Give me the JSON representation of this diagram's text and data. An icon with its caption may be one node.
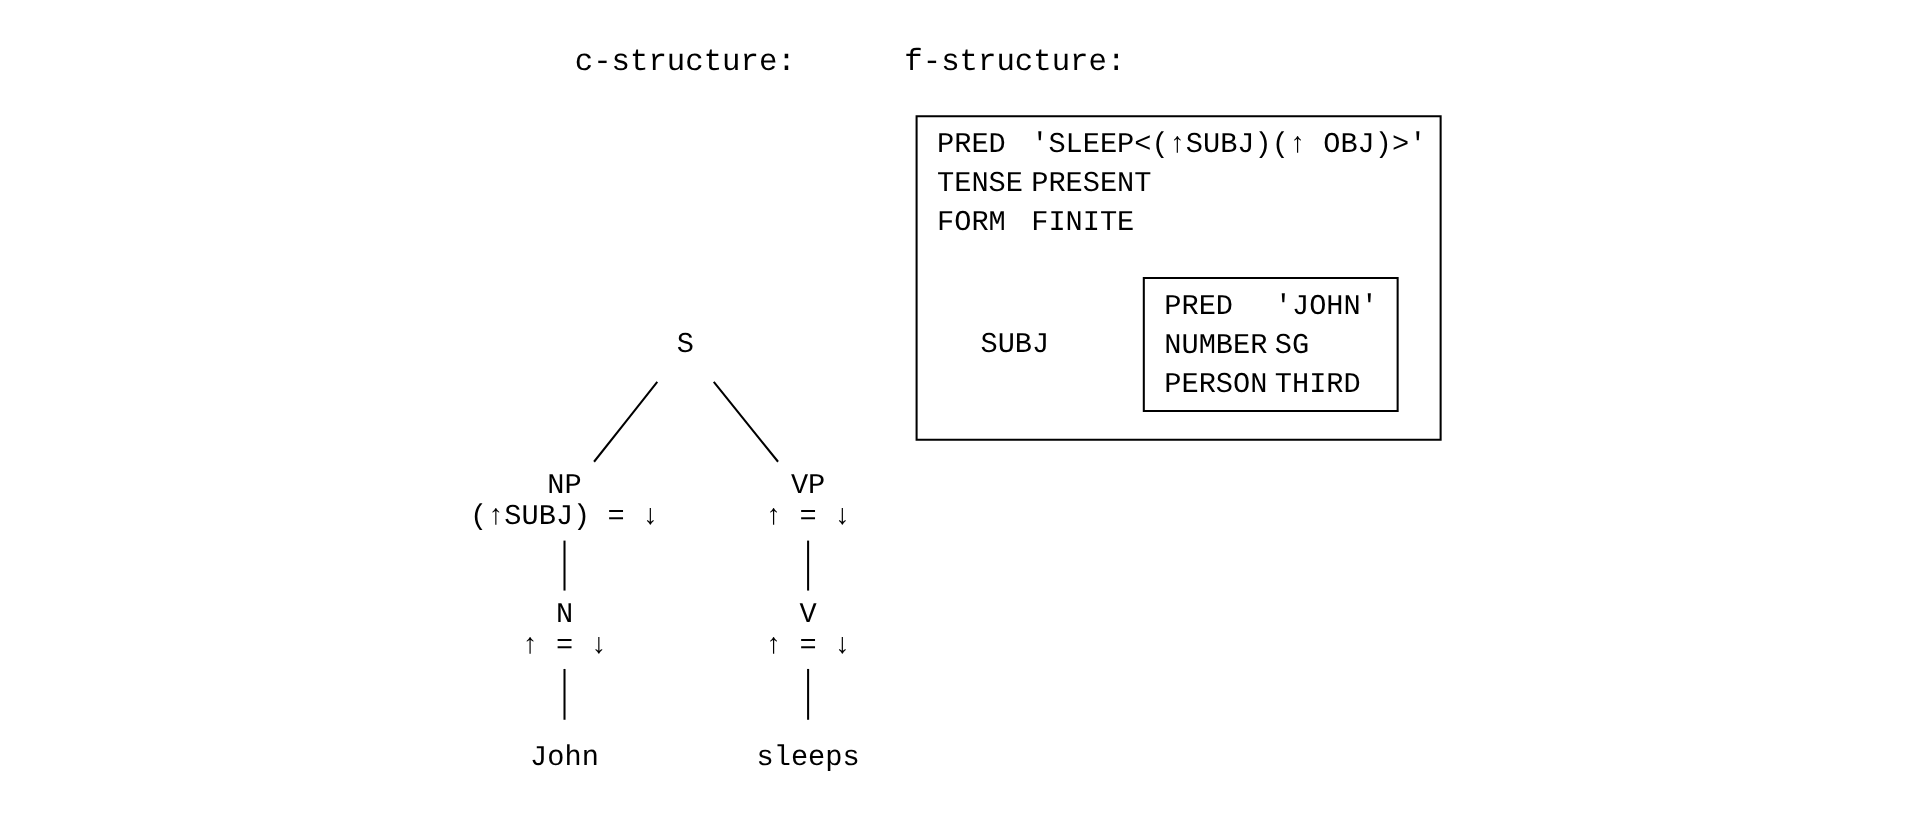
{
  "diagram": {
    "nodes": [
      {
        "text": [
          "S"
        ]
      },
      {
        "text": [
          "NP",
          "(↑SUBJ) = ↓"
        ]
      },
      {
        "text": [
          "VP",
          "↑ = ↓"
        ]
      },
      {
        "text": [
          "N",
          "↑ = ↓"
        ]
      },
      {
        "text": [
          "V",
          "↑ = ↓"
        ]
      },
      {
        "text": [
          "John"
        ]
      },
      {
        "text": [
          "sleeps"
        ]
      },
      {
        "text": [
          "PRED",
          "'SLEEP<(↑SUBJ)(↑ OBJ)>'",
          "TENSE",
          "PRESENT",
          "FORM",
          "FINITE",
          "SUBJ"
        ]
      },
      {
        "text": [
          "PRED",
          "'JOHN'",
          "NUMBER",
          "SG",
          "PERSON",
          "THIRD"
        ],
        "in": 7
      }
    ],
    "edges": [
      {
        "from": 0,
        "to": 1,
        "arrow": "none"
      },
      {
        "from": 0,
        "to": 2,
        "arrow": "none"
      },
      {
        "from": 1,
        "to": 3,
        "arrow": "none"
      },
      {
        "from": 2,
        "to": 4,
        "arrow": "none"
      },
      {
        "from": 3,
        "to": 5,
        "arrow": "none"
      },
      {
        "from": 4,
        "to": 6,
        "arrow": "none"
      }
    ],
    "labels": [
      "c-structure:",
      "f-structure:"
    ]
  }
}
